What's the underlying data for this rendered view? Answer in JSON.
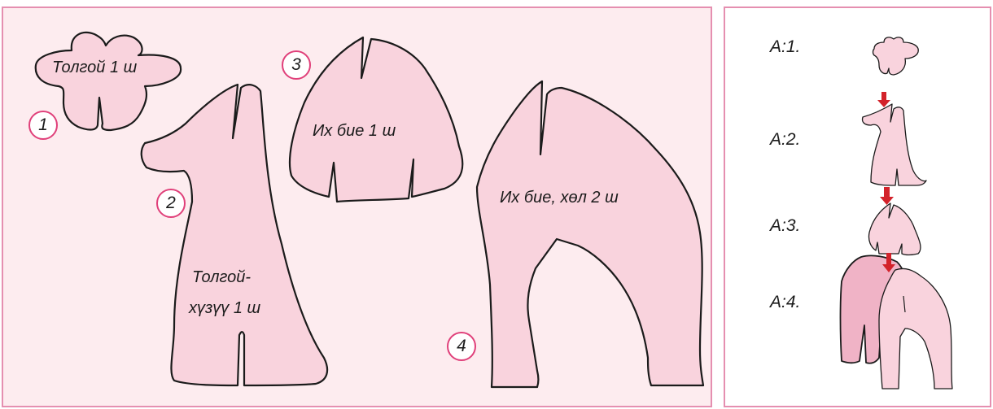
{
  "pieces": [
    {
      "number": "1",
      "label": "Толгой 1 ш"
    },
    {
      "number": "2",
      "label_line1": "Толгой-",
      "label_line2": "хүзүү 1 ш"
    },
    {
      "number": "3",
      "label": "Их бие 1 ш"
    },
    {
      "number": "4",
      "label": "Их бие, хөл 2 ш"
    }
  ],
  "steps": [
    "А:1.",
    "А:2.",
    "А:3.",
    "А:4."
  ],
  "colors": {
    "panel_border": "#e58fb0",
    "left_background": "#fdecef",
    "piece_fill": "#f9d3dd",
    "number_circle": "#e0407a",
    "arrow": "#d3222a"
  }
}
